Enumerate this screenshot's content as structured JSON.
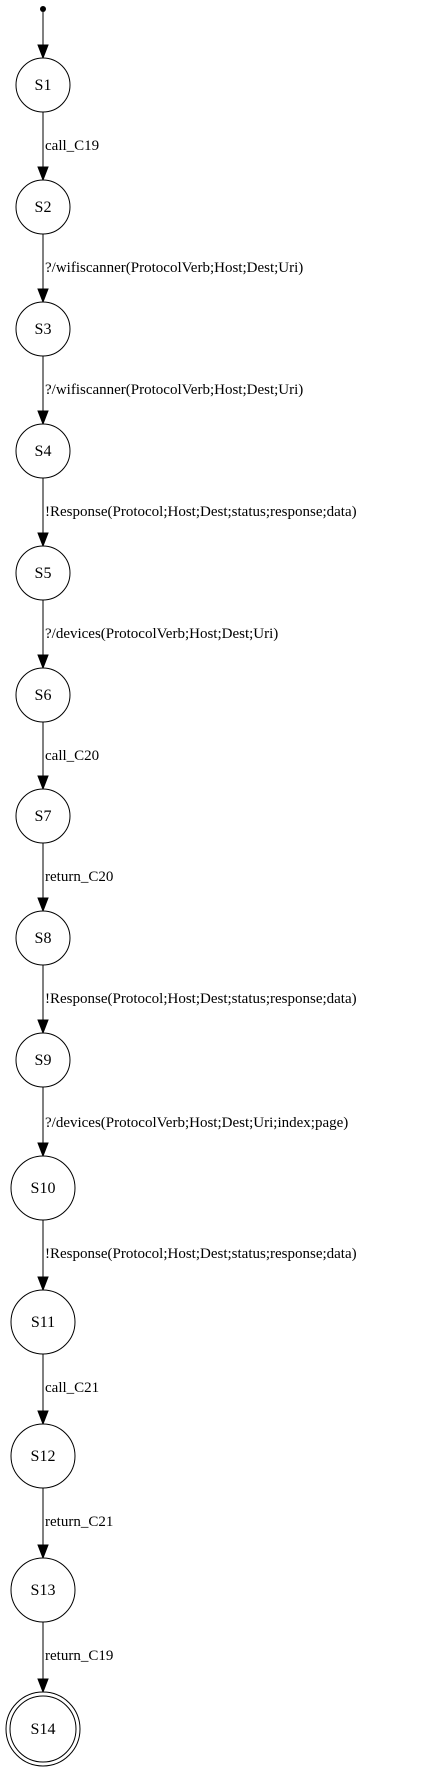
{
  "diagram": {
    "states": [
      {
        "id": "S1",
        "label": "S1",
        "final": false
      },
      {
        "id": "S2",
        "label": "S2",
        "final": false
      },
      {
        "id": "S3",
        "label": "S3",
        "final": false
      },
      {
        "id": "S4",
        "label": "S4",
        "final": false
      },
      {
        "id": "S5",
        "label": "S5",
        "final": false
      },
      {
        "id": "S6",
        "label": "S6",
        "final": false
      },
      {
        "id": "S7",
        "label": "S7",
        "final": false
      },
      {
        "id": "S8",
        "label": "S8",
        "final": false
      },
      {
        "id": "S9",
        "label": "S9",
        "final": false
      },
      {
        "id": "S10",
        "label": "S10",
        "final": false
      },
      {
        "id": "S11",
        "label": "S11",
        "final": false
      },
      {
        "id": "S12",
        "label": "S12",
        "final": false
      },
      {
        "id": "S13",
        "label": "S13",
        "final": false
      },
      {
        "id": "S14",
        "label": "S14",
        "final": true
      }
    ],
    "transitions": [
      {
        "from": "S1",
        "to": "S2",
        "label": "call_C19"
      },
      {
        "from": "S2",
        "to": "S3",
        "label": "?/wifiscanner(ProtocolVerb;Host;Dest;Uri)"
      },
      {
        "from": "S3",
        "to": "S4",
        "label": "?/wifiscanner(ProtocolVerb;Host;Dest;Uri)"
      },
      {
        "from": "S4",
        "to": "S5",
        "label": "!Response(Protocol;Host;Dest;status;response;data)"
      },
      {
        "from": "S5",
        "to": "S6",
        "label": "?/devices(ProtocolVerb;Host;Dest;Uri)"
      },
      {
        "from": "S6",
        "to": "S7",
        "label": "call_C20"
      },
      {
        "from": "S7",
        "to": "S8",
        "label": "return_C20"
      },
      {
        "from": "S8",
        "to": "S9",
        "label": "!Response(Protocol;Host;Dest;status;response;data)"
      },
      {
        "from": "S9",
        "to": "S10",
        "label": "?/devices(ProtocolVerb;Host;Dest;Uri;index;page)"
      },
      {
        "from": "S10",
        "to": "S11",
        "label": "!Response(Protocol;Host;Dest;status;response;data)"
      },
      {
        "from": "S11",
        "to": "S12",
        "label": "call_C21"
      },
      {
        "from": "S12",
        "to": "S13",
        "label": "return_C21"
      },
      {
        "from": "S13",
        "to": "S14",
        "label": "return_C19"
      }
    ]
  }
}
